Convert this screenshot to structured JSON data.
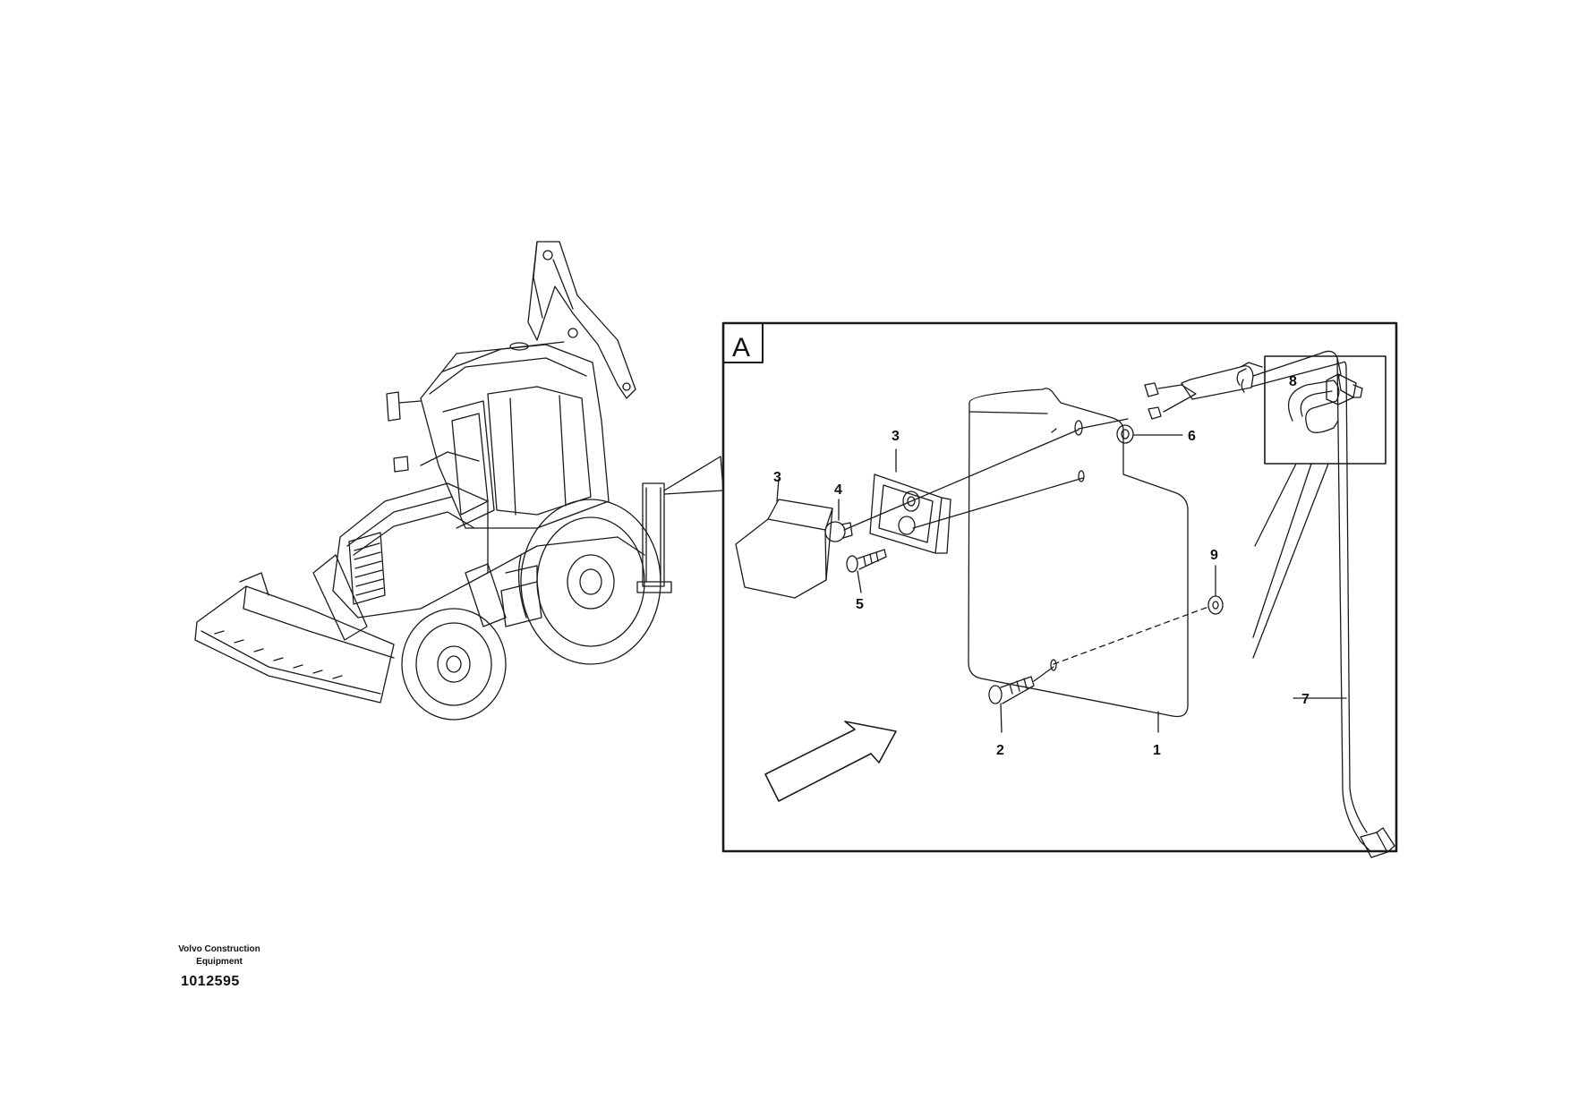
{
  "detail": {
    "letter": "A"
  },
  "labels": {
    "l1": "1",
    "l2": "2",
    "l3a": "3",
    "l3b": "3",
    "l4": "4",
    "l5": "5",
    "l6": "6",
    "l7": "7",
    "l8": "8",
    "l9": "9"
  },
  "footer": {
    "company_line1": "Volvo Construction",
    "company_line2": "Equipment",
    "drawing_number": "1012595"
  }
}
